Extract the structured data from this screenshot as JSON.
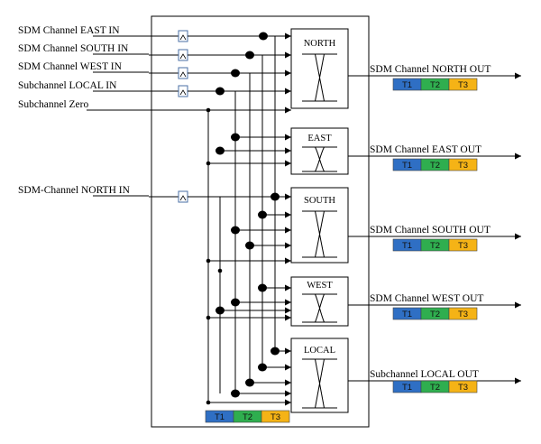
{
  "inputs": [
    {
      "name": "east",
      "label": "SDM  Channel EAST IN",
      "underline": "EAST IN"
    },
    {
      "name": "south",
      "label": "SDM  Channel SOUTH IN",
      "underline": "SOUTH IN"
    },
    {
      "name": "west",
      "label": "SDM  Channel WEST IN",
      "underline": "WEST IN"
    },
    {
      "name": "local",
      "label": "Subchannel LOCAL IN",
      "underline": "LOCAL IN"
    },
    {
      "name": "zero",
      "label": "Subchannel Zero",
      "underline": "Zero"
    },
    {
      "name": "north",
      "label": "SDM-Channel NORTH IN",
      "underline": "NORTH IN"
    }
  ],
  "blocks": [
    {
      "name": "north",
      "label": "NORTH"
    },
    {
      "name": "east",
      "label": "EAST"
    },
    {
      "name": "south",
      "label": "SOUTH"
    },
    {
      "name": "west",
      "label": "WEST"
    },
    {
      "name": "local",
      "label": "LOCAL"
    }
  ],
  "outputs": [
    {
      "name": "north",
      "label": "SDM  Channel NORTH OUT"
    },
    {
      "name": "east",
      "label": "SDM  Channel EAST OUT"
    },
    {
      "name": "south",
      "label": "SDM  Channel SOUTH OUT"
    },
    {
      "name": "west",
      "label": "SDM  Channel WEST OUT"
    },
    {
      "name": "local",
      "label": "Subchannel LOCAL OUT"
    }
  ],
  "timeslots": [
    "T1",
    "T2",
    "T3"
  ],
  "colors": {
    "T1": "#2f6fc4",
    "T2": "#2fae4f",
    "T3": "#f5b316"
  }
}
